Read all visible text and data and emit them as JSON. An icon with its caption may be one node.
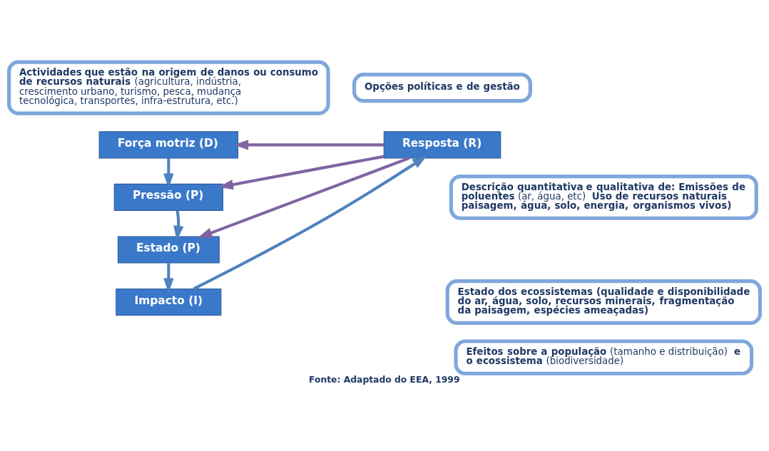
{
  "diagram": {
    "caption": "Fonte: Adaptado do EEA, 1999",
    "nodes": [
      {
        "text": [
          "**Actividades que estão na origem de danos ou consumo de recursos naturais** (agricultura, indústria, crescimento urbano, turismo, pesca, mudança tecnológica, transportes, infra-estrutura, etc.)"
        ]
      },
      {
        "text": [
          "Opções políticas e de gestão"
        ]
      },
      {
        "text": [
          "Força motriz (D)"
        ]
      },
      {
        "text": [
          "Resposta (R)"
        ]
      },
      {
        "text": [
          "**Descrição quantitativa e qualitativa de: Emissões de poluentes** (ar, água, etc) **Uso de recursos naturais paisagem, água, solo, energia, organismos vivos)**"
        ]
      },
      {
        "text": [
          "Pressão (P)"
        ]
      },
      {
        "text": [
          "Estado (P)"
        ]
      },
      {
        "text": [
          "**Estado dos ecossistemas (qualidade e disponibilidade do ar, água, solo, recursos minerais, fragmentação da paisagem, espécies ameaçadas)**"
        ]
      },
      {
        "text": [
          "Impacto (I)"
        ]
      },
      {
        "text": [
          "**Efeitos sobre a população** (tamanho e distribuição) **e o ecossistema** (biodiversidade)"
        ]
      }
    ],
    "edges": [
      {
        "from": 2,
        "to": 5,
        "arrow": "to"
      },
      {
        "from": 5,
        "to": 6,
        "arrow": "to"
      },
      {
        "from": 6,
        "to": 8,
        "arrow": "to"
      },
      {
        "from": 8,
        "to": 3,
        "arrow": "to"
      },
      {
        "from": 3,
        "to": 2,
        "arrow": "to",
        "color": "#8064a2"
      },
      {
        "from": 3,
        "to": 5,
        "arrow": "to",
        "color": "#8064a2"
      },
      {
        "from": 3,
        "to": 6,
        "arrow": "to",
        "color": "#8064a2"
      }
    ]
  }
}
